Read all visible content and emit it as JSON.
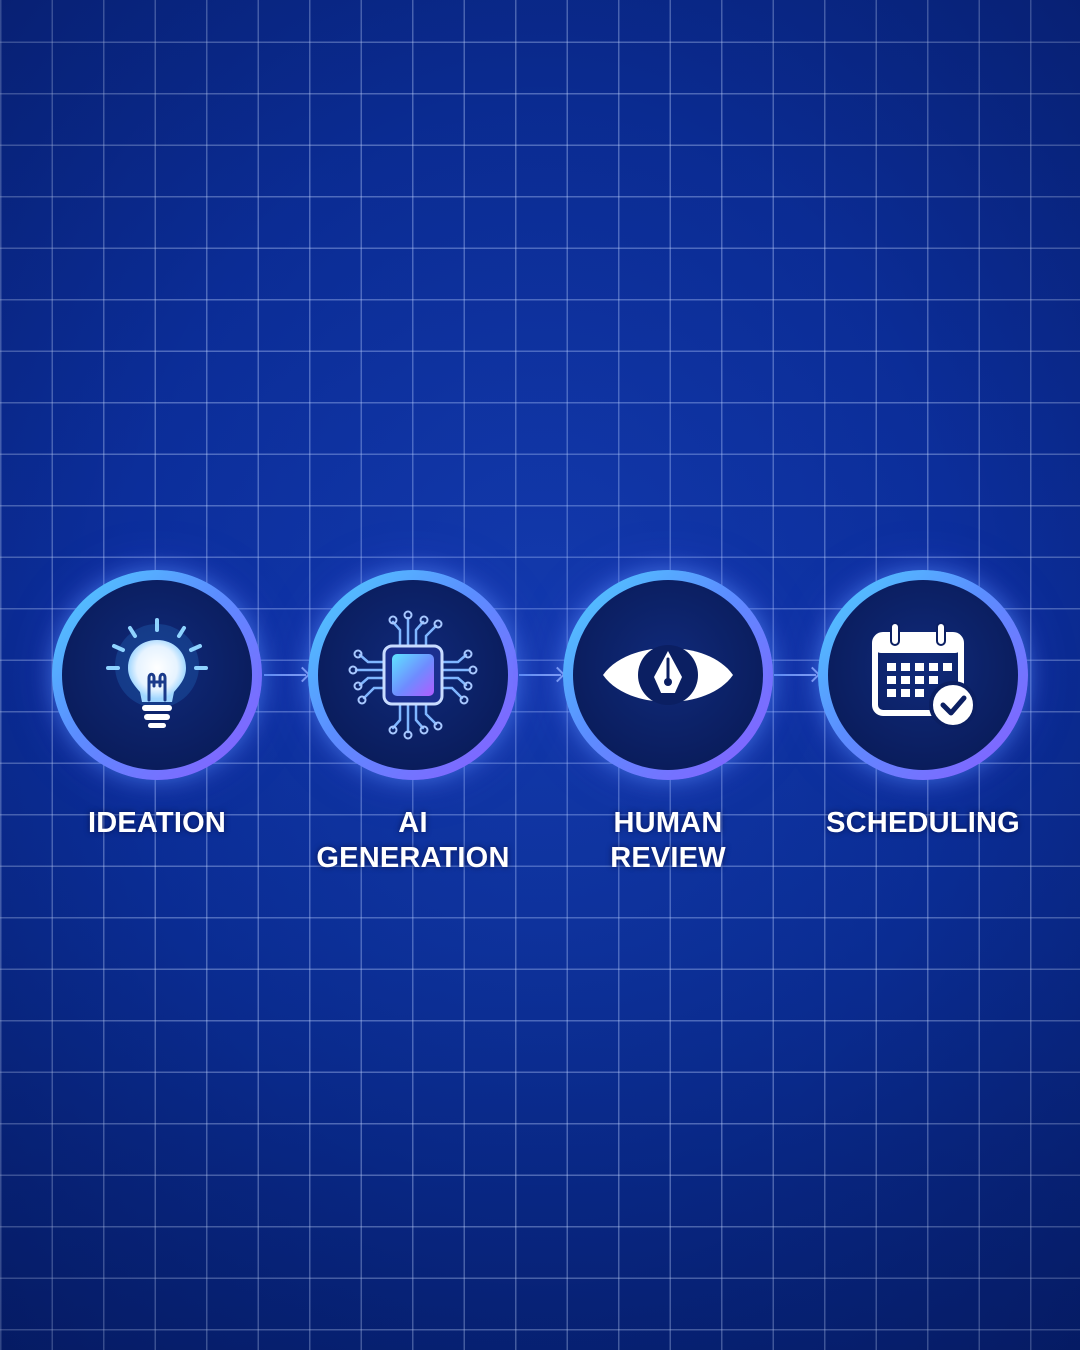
{
  "steps": [
    {
      "label": "IDEATION",
      "icon": "lightbulb-icon"
    },
    {
      "label": "AI\nGENERATION",
      "icon": "microchip-icon"
    },
    {
      "label": "HUMAN\nREVIEW",
      "icon": "eye-pen-nib-icon"
    },
    {
      "label": "SCHEDULING",
      "icon": "calendar-check-icon"
    }
  ],
  "colors": {
    "background": "#0a2a8e",
    "ring_start": "#4fd0ff",
    "ring_end": "#8a5cff",
    "disc": "#0b1f62",
    "label": "#ffffff"
  }
}
